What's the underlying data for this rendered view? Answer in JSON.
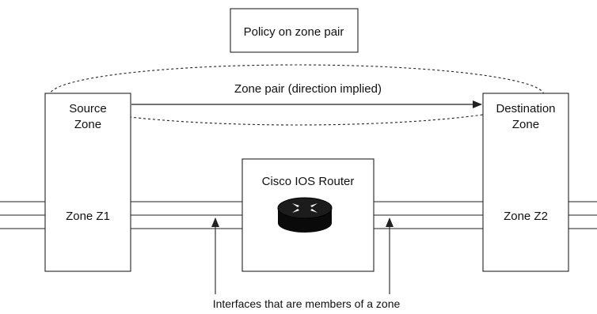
{
  "policy_label": "Policy on zone pair",
  "zone_pair_label": "Zone pair (direction implied)",
  "source_zone": {
    "line1": "Source",
    "line2": "Zone",
    "zone_name": "Zone Z1"
  },
  "destination_zone": {
    "line1": "Destination",
    "line2": "Zone",
    "zone_name": "Zone Z2"
  },
  "router_label": "Cisco IOS Router",
  "interfaces_label": "Interfaces that are members of a zone"
}
